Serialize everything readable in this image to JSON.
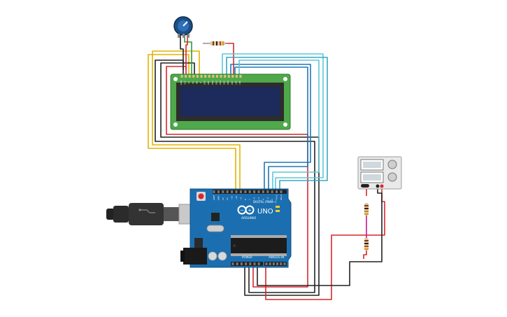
{
  "board": {
    "brand": "UNO",
    "maker": "ARDUINO",
    "digital_header": "DIGITAL (PWM~)",
    "power_header": "POWER",
    "analog_header": "ANALOG IN",
    "pin_labels_digital": [
      "AREF",
      "GND",
      "13",
      "12",
      "~11",
      "~10",
      "~9",
      "8",
      "7",
      "~6",
      "~5",
      "4",
      "~3",
      "2",
      "TX→1",
      "RX←0"
    ],
    "pin_labels_power": [
      "IOREF",
      "RESET",
      "3.3V",
      "5V",
      "GND",
      "GND",
      "Vin"
    ],
    "pin_labels_analog": [
      "A0",
      "A1",
      "A2",
      "A3",
      "A4",
      "A5"
    ]
  },
  "lcd": {
    "pin_labels": [
      "GND",
      "VCC",
      "V0",
      "RS",
      "RW",
      "E",
      "DB0",
      "DB1",
      "DB2",
      "DB3",
      "DB4",
      "DB5",
      "DB6",
      "DB7",
      "LED",
      "LED"
    ]
  },
  "colors": {
    "wire_red": "#d8262c",
    "wire_black": "#222222",
    "wire_yellow": "#e3b400",
    "wire_green": "#2e9a3a",
    "wire_teal": "#36a8c7",
    "wire_blue": "#1f78b4",
    "wire_magenta": "#c4158a",
    "board_blue": "#1b6fb0",
    "lcd_pcb": "#4fa84a",
    "lcd_screen": "#1c2a5c",
    "pot_body": "#1d4f86"
  },
  "icons": [
    "usb-b-cable-icon",
    "potentiometer-icon",
    "resistor-icon",
    "power-supply-icon"
  ]
}
